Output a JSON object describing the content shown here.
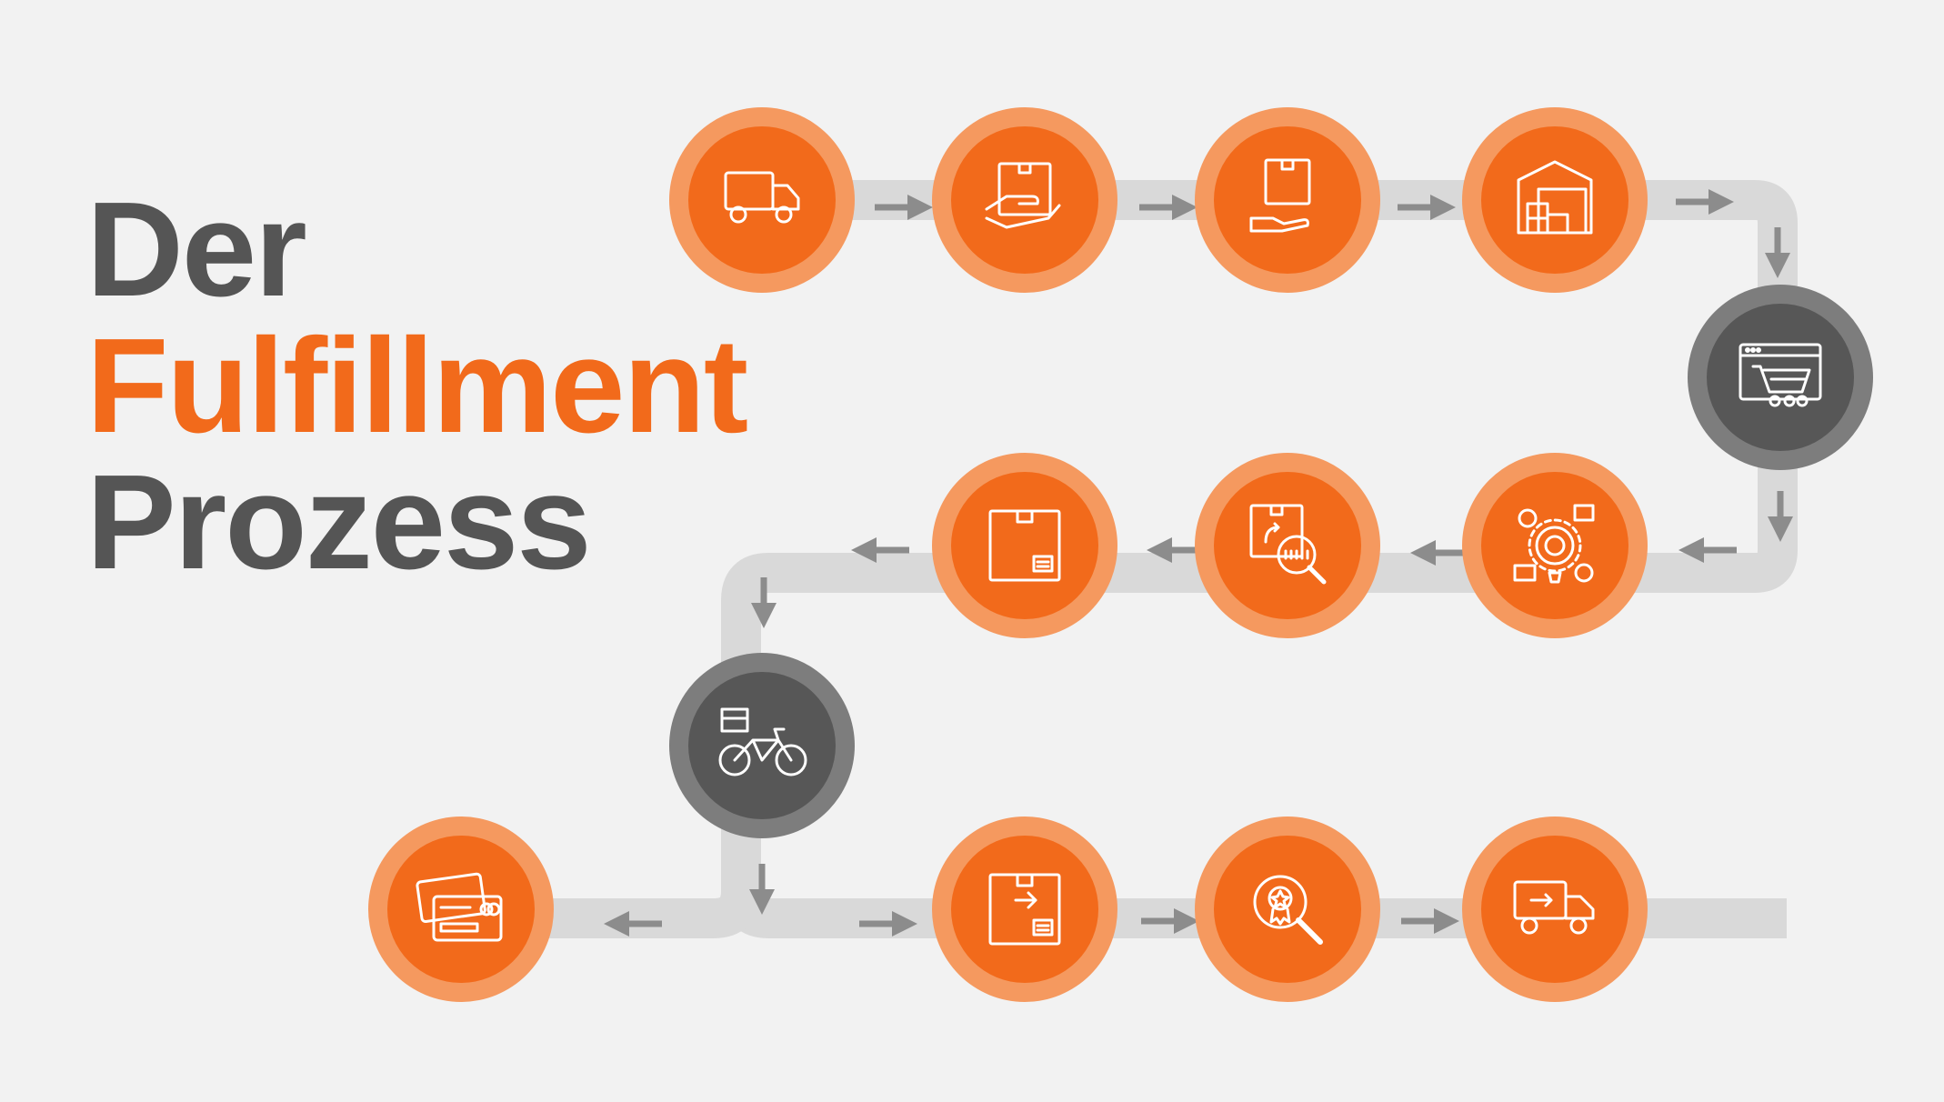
{
  "title": {
    "line1": "Der",
    "line2": "Fulfillment",
    "line3": "Prozess"
  },
  "colors": {
    "orange": "#f26a1b",
    "orange_ring": "#f5995f",
    "dark": "#575757",
    "dark_ring": "#7d7d7d",
    "path": "#d9d9d9",
    "arrow": "#8c8c8c",
    "text_dark": "#555555",
    "background": "#f2f2f2"
  },
  "steps": [
    {
      "icon": "delivery-truck-icon",
      "style": "orange"
    },
    {
      "icon": "receive-package-handshake-icon",
      "style": "orange"
    },
    {
      "icon": "package-in-hand-icon",
      "style": "orange"
    },
    {
      "icon": "warehouse-icon",
      "style": "orange"
    },
    {
      "icon": "online-shop-cart-icon",
      "style": "dark"
    },
    {
      "icon": "process-gear-idea-icon",
      "style": "orange"
    },
    {
      "icon": "package-barcode-scan-icon",
      "style": "orange"
    },
    {
      "icon": "package-box-icon",
      "style": "orange"
    },
    {
      "icon": "delivery-bicycle-icon",
      "style": "dark"
    },
    {
      "icon": "package-shipping-label-icon",
      "style": "orange"
    },
    {
      "icon": "quality-check-magnifier-icon",
      "style": "orange"
    },
    {
      "icon": "shipping-truck-icon",
      "style": "orange"
    },
    {
      "icon": "payment-cards-icon",
      "style": "orange"
    }
  ]
}
